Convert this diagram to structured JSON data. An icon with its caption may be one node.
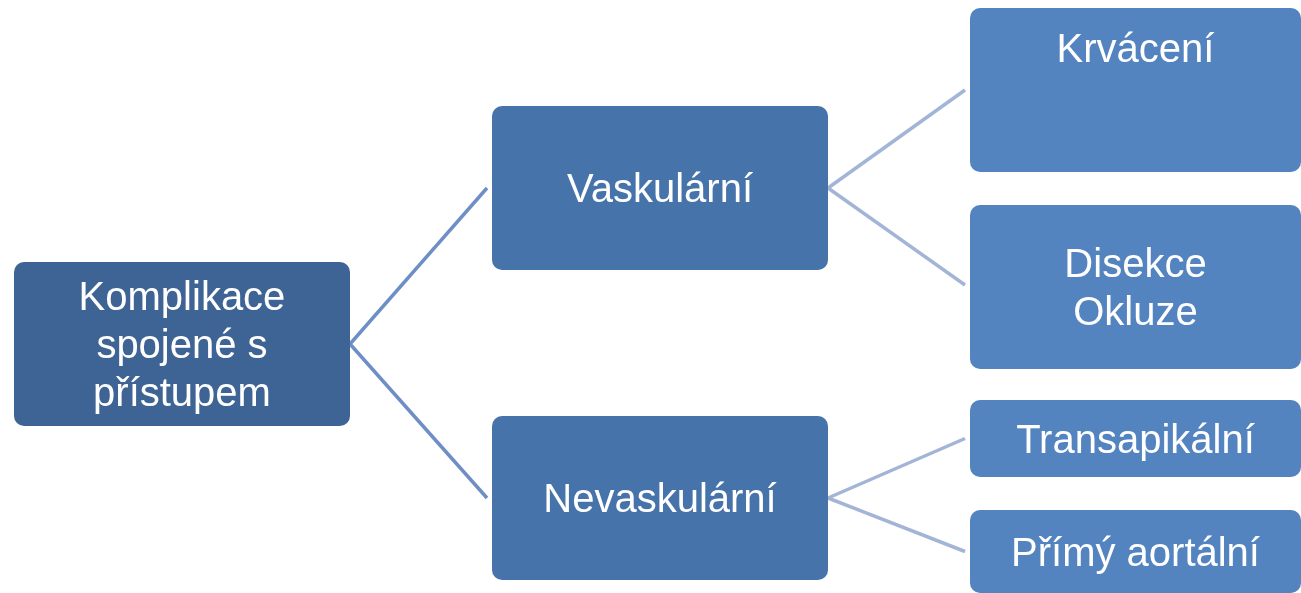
{
  "diagram": {
    "nodes": [
      {
        "text": [
          "Komplikace spojené s přístupem"
        ]
      },
      {
        "text": [
          "Vaskulární"
        ]
      },
      {
        "text": [
          "Krvácení"
        ]
      },
      {
        "text": [
          "Disekce",
          "Okluze"
        ]
      },
      {
        "text": [
          "Nevaskulární"
        ]
      },
      {
        "text": [
          "Transapikální"
        ]
      },
      {
        "text": [
          "Přímý aortální"
        ]
      }
    ],
    "edges": [
      {
        "from": 0,
        "to": 1,
        "arrow": "none"
      },
      {
        "from": 0,
        "to": 4,
        "arrow": "none"
      },
      {
        "from": 1,
        "to": 2,
        "arrow": "none",
        "color": "#a3b5d6"
      },
      {
        "from": 1,
        "to": 3,
        "arrow": "none",
        "color": "#a3b5d6"
      },
      {
        "from": 4,
        "to": 5,
        "arrow": "none",
        "color": "#a3b5d6"
      },
      {
        "from": 4,
        "to": 6,
        "arrow": "none",
        "color": "#a3b5d6"
      }
    ]
  }
}
